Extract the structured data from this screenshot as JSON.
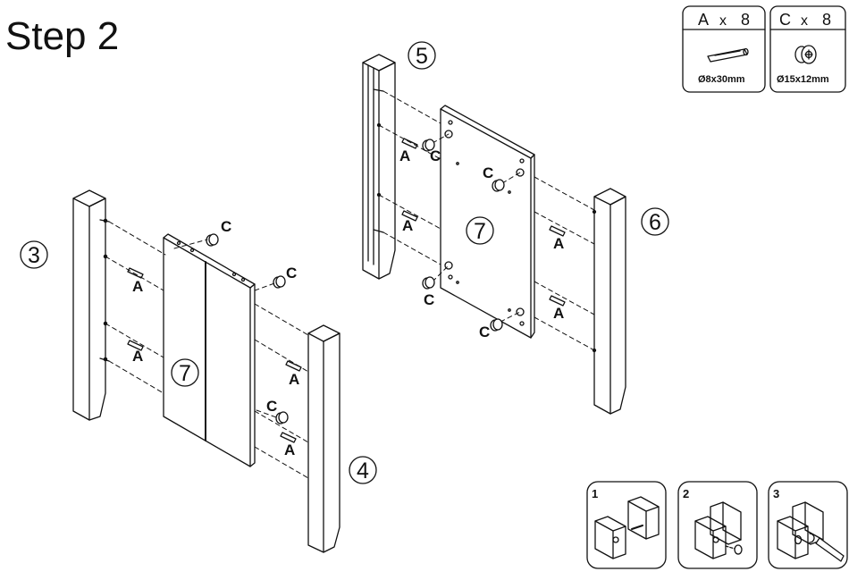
{
  "title": "Step  2",
  "hardware": [
    {
      "letter": "A",
      "times": "x",
      "count": "8",
      "size": "Ø8x30mm",
      "icon": "dowel-pin-icon"
    },
    {
      "letter": "C",
      "times": "x",
      "count": "8",
      "size": "Ø15x12mm",
      "icon": "cam-lock-icon"
    }
  ],
  "parts": {
    "p3": "3",
    "p4": "4",
    "p5": "5",
    "p6": "6",
    "p7": "7"
  },
  "labels": {
    "dowel": "A",
    "cam": "C"
  },
  "substeps": [
    {
      "number": "1"
    },
    {
      "number": "2"
    },
    {
      "number": "3"
    }
  ]
}
